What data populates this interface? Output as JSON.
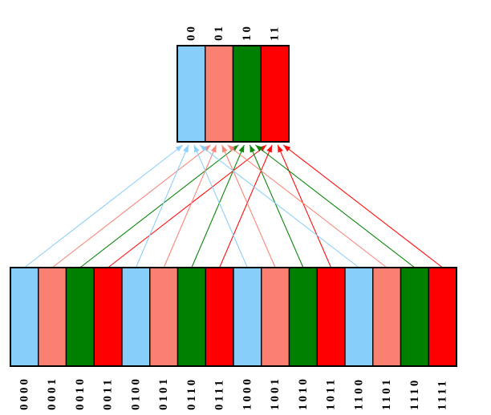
{
  "figure": {
    "description": "state-marginalization-diagram",
    "background": "#FFFFFF"
  },
  "palette": {
    "blue": "#87CEFA",
    "salmon": "#FA8072",
    "green": "#008000",
    "red": "#FF0000",
    "outline": "#000000"
  },
  "top_register": {
    "cells": [
      {
        "label": "00",
        "color_key": "blue"
      },
      {
        "label": "01",
        "color_key": "salmon"
      },
      {
        "label": "10",
        "color_key": "green"
      },
      {
        "label": "11",
        "color_key": "red"
      }
    ]
  },
  "bottom_register": {
    "cells": [
      {
        "label": "0000",
        "color_key": "blue"
      },
      {
        "label": "0001",
        "color_key": "salmon"
      },
      {
        "label": "0010",
        "color_key": "green"
      },
      {
        "label": "0011",
        "color_key": "red"
      },
      {
        "label": "0100",
        "color_key": "blue"
      },
      {
        "label": "0101",
        "color_key": "salmon"
      },
      {
        "label": "0110",
        "color_key": "green"
      },
      {
        "label": "0111",
        "color_key": "red"
      },
      {
        "label": "1000",
        "color_key": "blue"
      },
      {
        "label": "1001",
        "color_key": "salmon"
      },
      {
        "label": "1010",
        "color_key": "green"
      },
      {
        "label": "1011",
        "color_key": "red"
      },
      {
        "label": "1100",
        "color_key": "blue"
      },
      {
        "label": "1101",
        "color_key": "salmon"
      },
      {
        "label": "1110",
        "color_key": "green"
      },
      {
        "label": "1111",
        "color_key": "red"
      }
    ]
  },
  "edges": [
    {
      "from": "0000",
      "to": "00"
    },
    {
      "from": "0001",
      "to": "01"
    },
    {
      "from": "0010",
      "to": "10"
    },
    {
      "from": "0011",
      "to": "11"
    },
    {
      "from": "0100",
      "to": "00"
    },
    {
      "from": "0101",
      "to": "01"
    },
    {
      "from": "0110",
      "to": "10"
    },
    {
      "from": "0111",
      "to": "11"
    },
    {
      "from": "1000",
      "to": "00"
    },
    {
      "from": "1001",
      "to": "01"
    },
    {
      "from": "1010",
      "to": "10"
    },
    {
      "from": "1011",
      "to": "11"
    },
    {
      "from": "1100",
      "to": "00"
    },
    {
      "from": "1101",
      "to": "01"
    },
    {
      "from": "1110",
      "to": "10"
    },
    {
      "from": "1111",
      "to": "11"
    }
  ]
}
